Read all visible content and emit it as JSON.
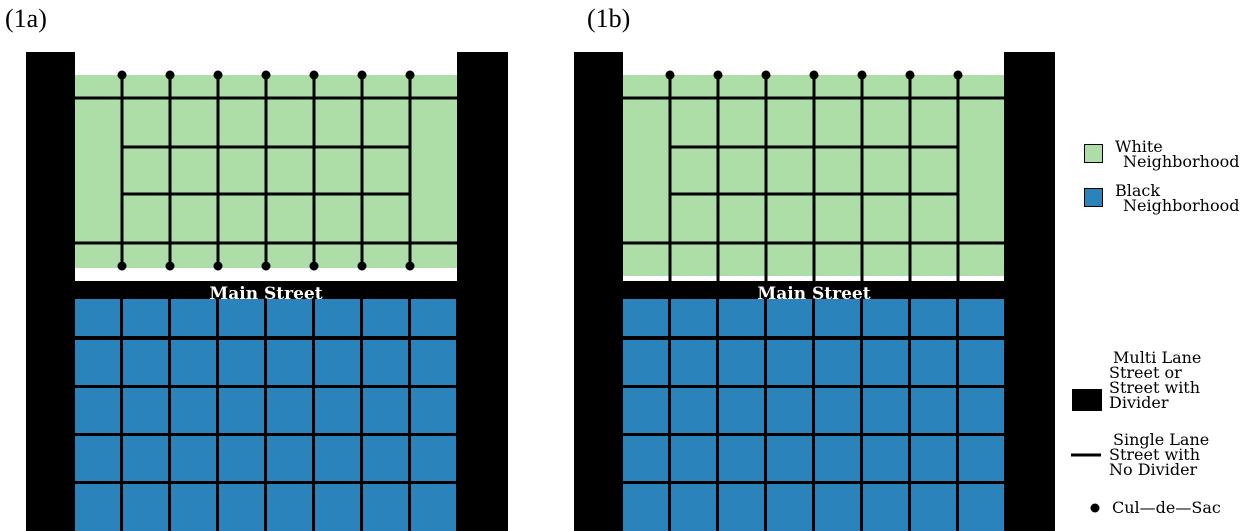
{
  "panels": [
    {
      "label": "(1a)",
      "street_label": "Main Street",
      "cul_de_sacs": true
    },
    {
      "label": "(1b)",
      "street_label": "Main Street",
      "cul_de_sacs": false
    }
  ],
  "legend": {
    "white_neighborhood": {
      "line1": "White",
      "line2": "Neighborhood",
      "color": "#aedea7"
    },
    "black_neighborhood": {
      "line1": "Black",
      "line2": "Neighborhood",
      "color": "#2a83ba"
    },
    "multi_lane": {
      "line1": "Multi Lane",
      "line2": "Street or",
      "line3": "Street with",
      "line4": "Divider",
      "color": "#000000"
    },
    "single_lane": {
      "line1": "Single Lane",
      "line2": "Street with",
      "line3": "No Divider"
    },
    "cul_de_sac": {
      "label": "Cul—de—Sac"
    }
  },
  "colors": {
    "street": "#000000",
    "white_bg": "#ffffff"
  }
}
